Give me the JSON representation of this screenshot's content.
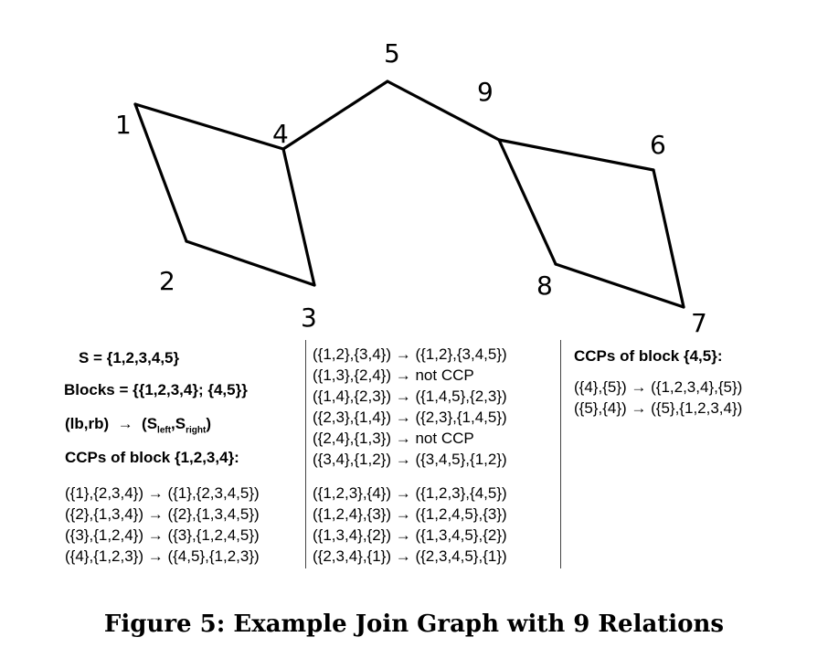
{
  "graph": {
    "nodes": [
      "1",
      "2",
      "3",
      "4",
      "5",
      "6",
      "7",
      "8",
      "9"
    ]
  },
  "text": {
    "s_set": "S = {1,2,3,4,5}",
    "blocks": "Blocks = {{1,2,3,4}; {4,5}}",
    "mapping_prefix": "(lb,rb)  →  (S",
    "mapping_left_sub": "left",
    "mapping_comma": ",S",
    "mapping_right_sub": "right",
    "mapping_suffix": ")",
    "ccp_block1_title": "CCPs of block {1,2,3,4}:",
    "ccp_block2_title": "CCPs of block {4,5}:"
  },
  "left_rows": [
    "({1},{2,3,4}) → ({1},{2,3,4,5})",
    "({2},{1,3,4}) → ({2},{1,3,4,5})",
    "({3},{1,2,4}) → ({3},{1,2,4,5})",
    "({4},{1,2,3}) → ({4,5},{1,2,3})"
  ],
  "middle_top_rows": [
    "({1,2},{3,4}) → ({1,2},{3,4,5})",
    "({1,3},{2,4}) → not CCP",
    "({1,4},{2,3}) → ({1,4,5},{2,3})",
    "({2,3},{1,4}) → ({2,3},{1,4,5})",
    "({2,4},{1,3}) → not CCP",
    "({3,4},{1,2}) → ({3,4,5},{1,2})"
  ],
  "middle_bottom_rows": [
    "({1,2,3},{4}) → ({1,2,3},{4,5})",
    "({1,2,4},{3}) → ({1,2,4,5},{3})",
    "({1,3,4},{2}) → ({1,3,4,5},{2})",
    "({2,3,4},{1}) → ({2,3,4,5},{1})"
  ],
  "right_rows": [
    "({4},{5}) → ({1,2,3,4},{5})",
    "({5},{4}) → ({5},{1,2,3,4})"
  ],
  "caption": "Figure 5: Example Join Graph with 9 Relations"
}
